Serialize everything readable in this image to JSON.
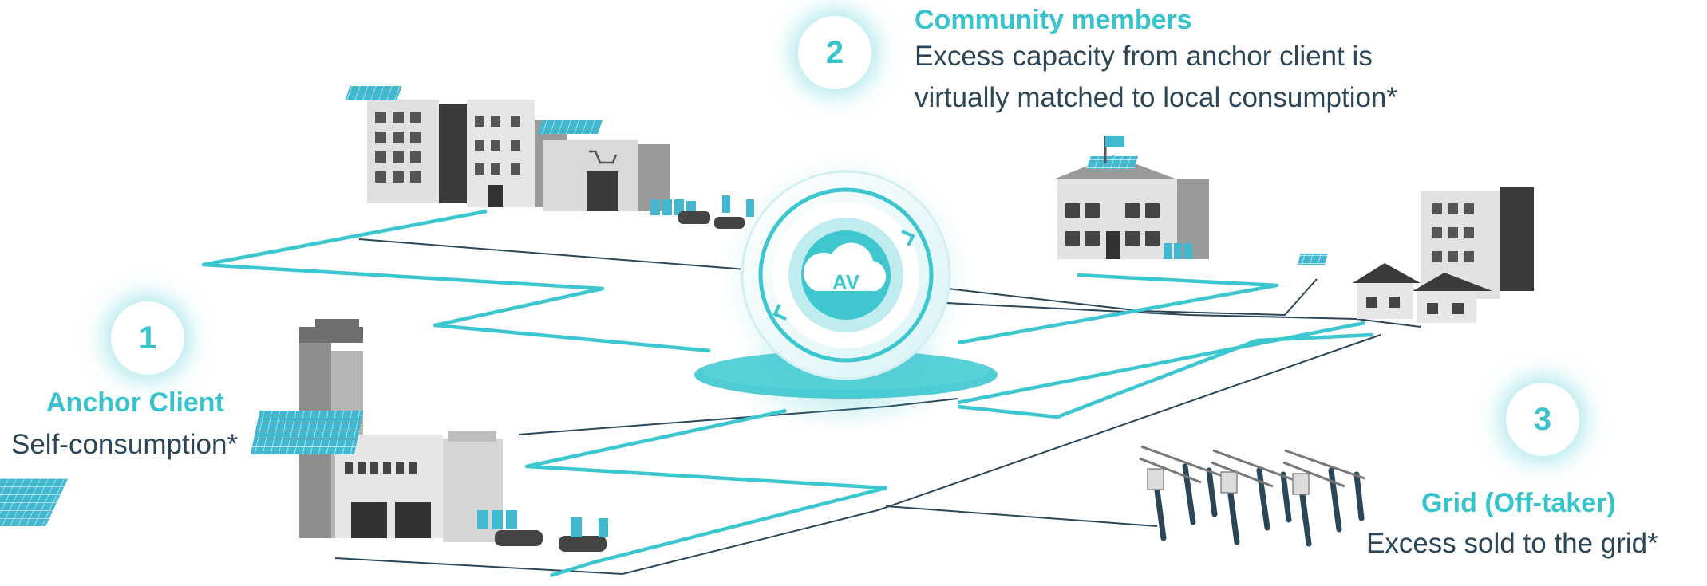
{
  "logo_text": "AV",
  "nodes": {
    "community": {
      "number": "2",
      "title": "Community members",
      "desc_lines": [
        "Excess capacity from anchor client is",
        "virtually matched to local consumption*"
      ]
    },
    "anchor": {
      "number": "1",
      "title": "Anchor Client",
      "desc_lines": [
        "Self-consumption*"
      ]
    },
    "grid": {
      "number": "3",
      "title": "Grid (Off-taker)",
      "desc_lines": [
        "Excess sold to the grid*"
      ]
    }
  },
  "colors": {
    "accent": "#37c3cc",
    "text_dark": "#2c4657",
    "line_dark": "#2c4657",
    "building_light": "#e2e2e2",
    "building_mid": "#9a9a9a",
    "building_dark": "#3b3b3b",
    "solar": "#41b8cf"
  }
}
